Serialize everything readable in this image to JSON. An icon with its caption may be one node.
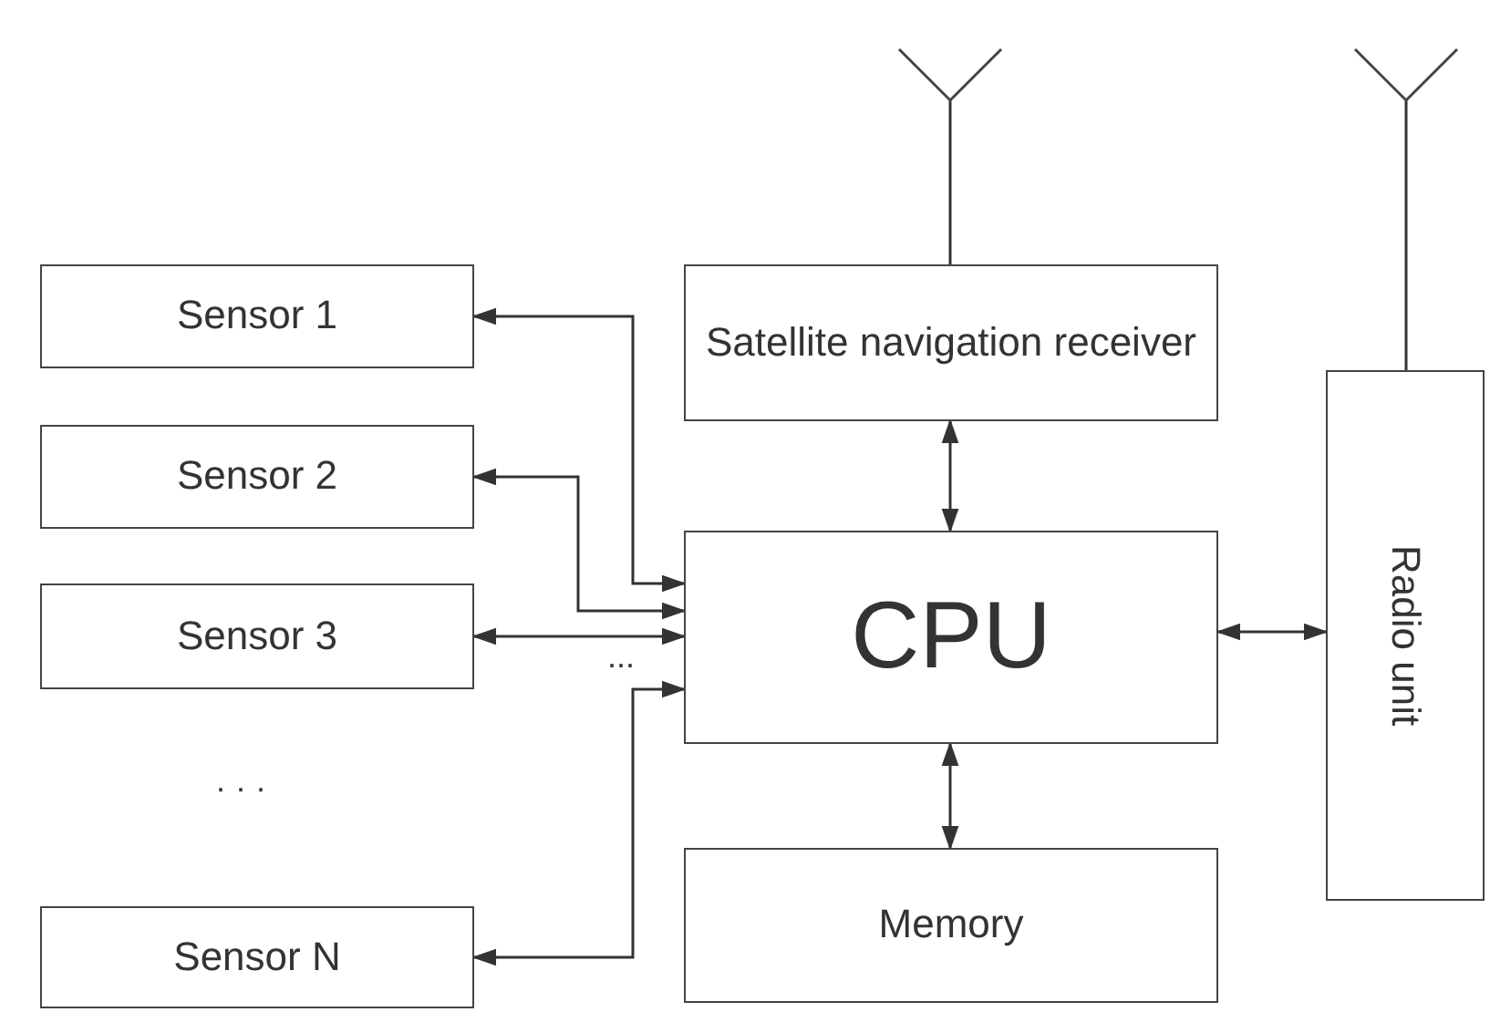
{
  "diagram": {
    "nodes": [
      {
        "text": [
          "Sensor 1"
        ]
      },
      {
        "text": [
          "Sensor 2"
        ]
      },
      {
        "text": [
          "Sensor 3"
        ]
      },
      {
        "text": [
          "Sensor N"
        ]
      },
      {
        "text": [
          "Satellite navigation receiver"
        ]
      },
      {
        "text": [
          "CPU"
        ]
      },
      {
        "text": [
          "Radio unit"
        ]
      },
      {
        "text": [
          "Memory"
        ]
      },
      {
        "text": [],
        "shape": "antenna"
      },
      {
        "text": [],
        "shape": "antenna"
      }
    ],
    "edges": [
      {
        "from": 0,
        "to": 5,
        "arrow": "both"
      },
      {
        "from": 1,
        "to": 5,
        "arrow": "both"
      },
      {
        "from": 2,
        "to": 5,
        "arrow": "both"
      },
      {
        "from": 3,
        "to": 5,
        "arrow": "both"
      },
      {
        "from": 4,
        "to": 5,
        "arrow": "both"
      },
      {
        "from": 5,
        "to": 6,
        "arrow": "both"
      },
      {
        "from": 5,
        "to": 7,
        "arrow": "both"
      },
      {
        "from": 8,
        "to": 4,
        "arrow": "none"
      },
      {
        "from": 9,
        "to": 6,
        "arrow": "none"
      }
    ],
    "labels": [
      "...",
      "· · ·"
    ]
  }
}
